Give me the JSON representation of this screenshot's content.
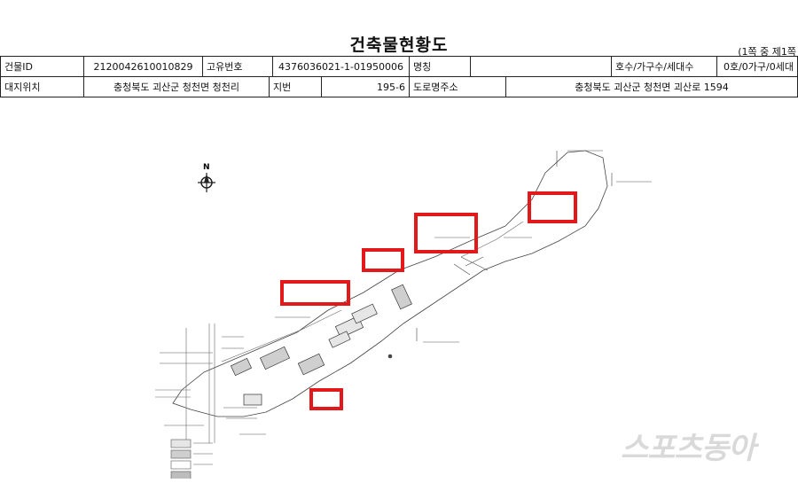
{
  "header": {
    "title": "건축물현황도",
    "page_indicator": "(1쪽 중 제1쪽"
  },
  "info": {
    "row1": {
      "building_id_label": "건물ID",
      "building_id": "2120042610010829",
      "unique_no_label": "고유번호",
      "unique_no": "4376036021-1-01950006",
      "name_label": "명칭",
      "name": "",
      "units_label": "호수/가구수/세대수",
      "units": "0호/0가구/0세대"
    },
    "row2": {
      "location_label": "대지위치",
      "location": "충청북도 괴산군 청천면 청천리",
      "lot_label": "지번",
      "lot": "195-6",
      "road_label": "도로명주소",
      "road": "충청북도 괴산군 청천면 괴산로 1594"
    }
  },
  "drawing": {
    "north_label": "N"
  },
  "watermark": "스포츠동아"
}
